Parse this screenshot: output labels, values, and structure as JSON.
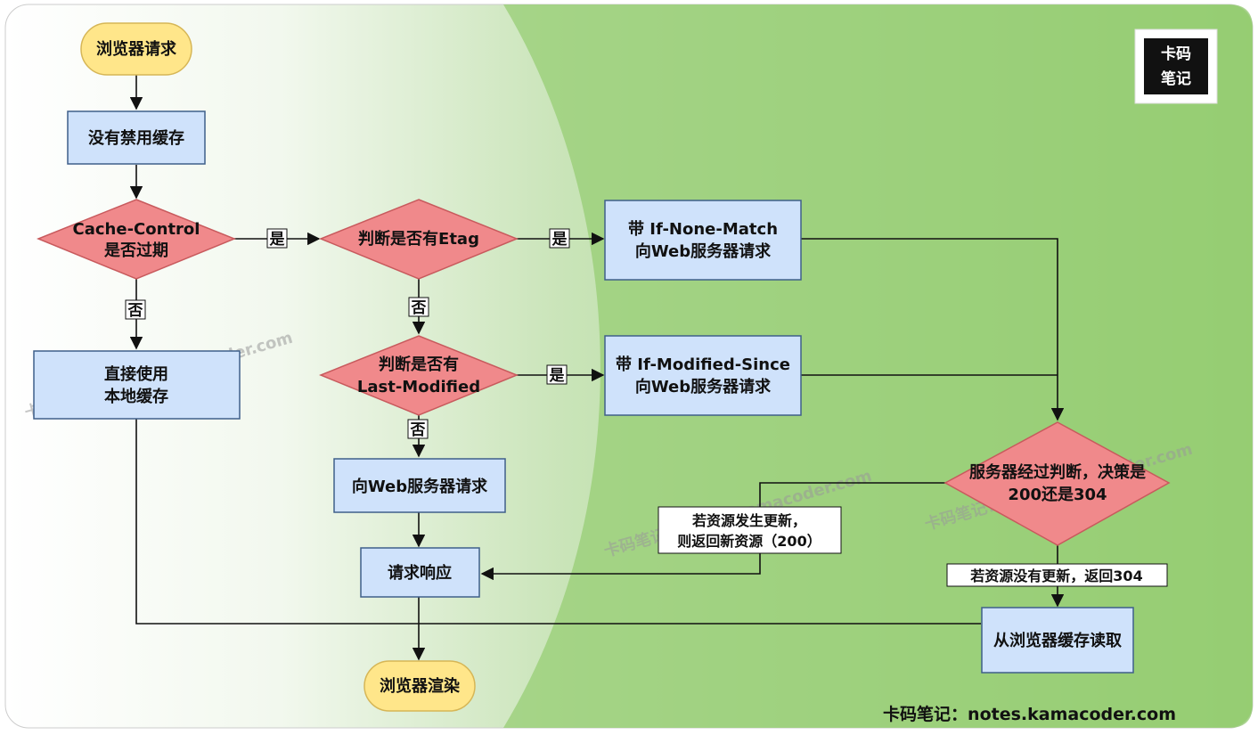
{
  "nodes": {
    "browser_request": "浏览器请求",
    "cache_not_disabled": "没有禁用缓存",
    "cache_control_expired": [
      "Cache-Control",
      "是否过期"
    ],
    "use_local_cache": [
      "直接使用",
      "本地缓存"
    ],
    "has_etag": "判断是否有Etag",
    "if_none_match": [
      "带 If-None-Match",
      "向Web服务器请求"
    ],
    "has_last_modified": [
      "判断是否有",
      "Last-Modified"
    ],
    "if_modified_since": [
      "带 If-Modified-Since",
      "向Web服务器请求"
    ],
    "request_web_server": "向Web服务器请求",
    "server_decision": [
      "服务器经过判断，决策是",
      "200还是304"
    ],
    "request_response": "请求响应",
    "read_browser_cache": "从浏览器缓存读取",
    "browser_render": "浏览器渲染"
  },
  "edge_labels": {
    "yes": "是",
    "no": "否",
    "resource_updated": [
      "若资源发生更新，",
      "则返回新资源（200）"
    ],
    "resource_not_updated": "若资源没有更新，返回304"
  },
  "logo": [
    "卡码",
    "笔记"
  ],
  "watermark": "卡码笔记：notes.kamacoder.com",
  "footer": "卡码笔记：notes.kamacoder.com",
  "colors": {
    "process_fill": "#cfe2fb",
    "process_stroke": "#3f5f8a",
    "decision_fill": "#f0898b",
    "decision_stroke": "#c85a5d",
    "terminal_fill": "#ffe68a",
    "terminal_stroke": "#d6b656",
    "background_green": "#99cc77"
  }
}
